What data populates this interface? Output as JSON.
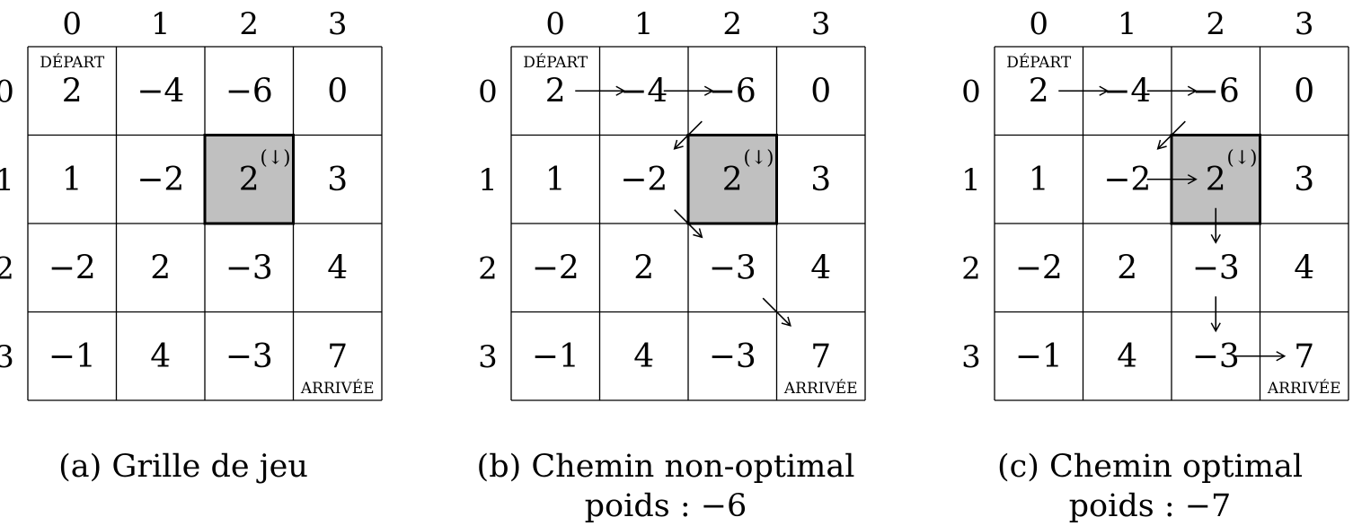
{
  "col_labels": [
    "0",
    "1",
    "2",
    "3"
  ],
  "row_labels": [
    "0",
    "1",
    "2",
    "3"
  ],
  "grid_values": [
    [
      "2",
      "−4",
      "−6",
      "0"
    ],
    [
      "1",
      "−2",
      "2",
      "3"
    ],
    [
      "−2",
      "2",
      "−3",
      "4"
    ],
    [
      "−1",
      "4",
      "−3",
      "7"
    ]
  ],
  "start_label": "DÉPART",
  "end_label": "ARRIVÉE",
  "special_cell": {
    "row": 1,
    "col": 2,
    "badge": "(↓)",
    "fill": "#c0c0c0"
  },
  "colors": {
    "line": "#000000",
    "special_fill": "#c0c0c0",
    "background": "#ffffff"
  },
  "panels": [
    {
      "caption_line1": "(a) Grille de jeu",
      "caption_line2": "",
      "path": []
    },
    {
      "caption_line1": "(b) Chemin non-optimal",
      "caption_line2": "poids : −6",
      "path": [
        [
          0,
          0
        ],
        [
          0,
          1
        ],
        [
          0,
          2
        ],
        [
          1,
          1
        ],
        [
          2,
          2
        ],
        [
          3,
          3
        ]
      ]
    },
    {
      "caption_line1": "(c) Chemin optimal",
      "caption_line2": "poids : −7",
      "path": [
        [
          0,
          0
        ],
        [
          0,
          1
        ],
        [
          0,
          2
        ],
        [
          1,
          1
        ],
        [
          1,
          2
        ],
        [
          2,
          2
        ],
        [
          3,
          2
        ],
        [
          3,
          3
        ]
      ]
    }
  ]
}
